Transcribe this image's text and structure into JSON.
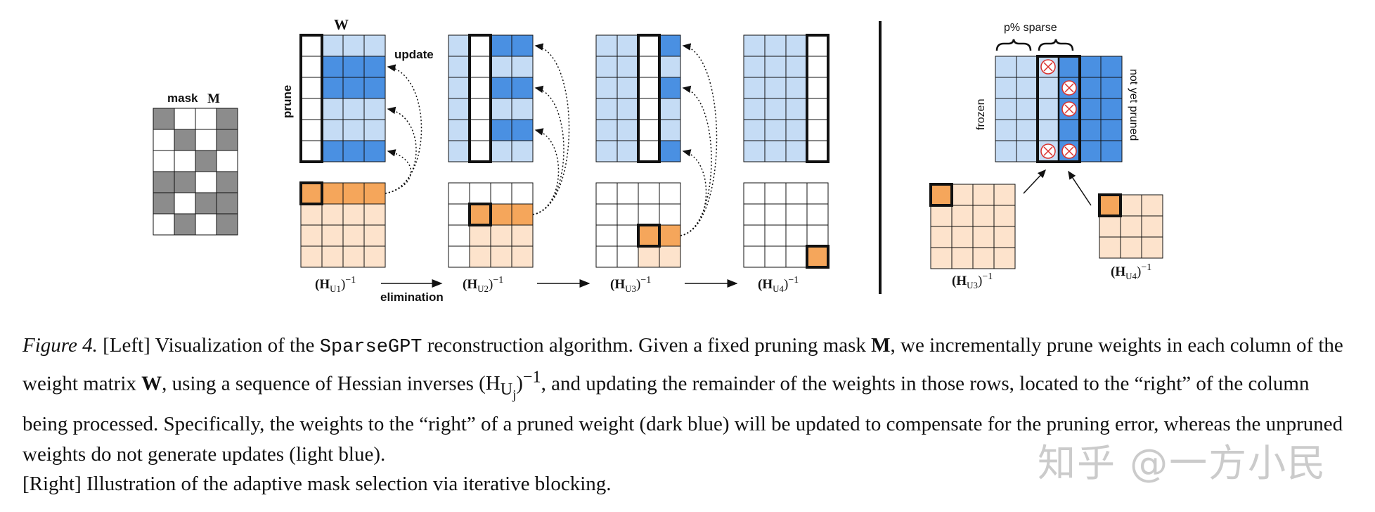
{
  "figure": {
    "mask_label": "mask",
    "mask_symbol": "M",
    "w_label": "W",
    "prune_label": "prune",
    "update_label": "update",
    "elimination_label": "elimination",
    "h_main": "(H",
    "h_sup": "−1",
    "h_sub_prefix": "U",
    "steps": [
      {
        "sub": "1"
      },
      {
        "sub": "2"
      },
      {
        "sub": "3"
      },
      {
        "sub": "4"
      }
    ],
    "right": {
      "sparse_label": "p% sparse",
      "frozen_label": "frozen",
      "not_pruned_label": "not yet pruned",
      "h_a_sub": "3",
      "h_b_sub": "4"
    },
    "colors": {
      "dark_blue": "#4a90e2",
      "light_blue": "#c5dcf5",
      "dark_orange": "#f5a65b",
      "light_orange": "#fde3cc",
      "gray": "#8c8c8c",
      "prune_x": "#d9302c"
    }
  },
  "caption": {
    "fig_label": "Figure 4.",
    "seg1": " [Left] Visualization of the ",
    "code": "SparseGPT",
    "seg2": " reconstruction algorithm. Given a fixed pruning mask ",
    "sym_M": "M",
    "seg3": ", we incrementally prune weights in each column of the weight matrix ",
    "sym_W": "W",
    "seg4": ", using a sequence of Hessian inverses ",
    "hess": "(H",
    "hess_sub": "U",
    "hess_subsub": "j",
    "hess_close": ")",
    "hess_sup": "−1",
    "seg5": ", and updating the remainder of the weights in those rows, located to the “right” of the column being processed. Specifically, the weights to the “right” of a pruned weight (dark blue) will be updated to compensate for the pruning error, whereas the unpruned weights do not generate updates (light blue).",
    "seg6": "[Right] Illustration of the adaptive mask selection via iterative blocking."
  },
  "watermark": "知乎 @一方小民"
}
